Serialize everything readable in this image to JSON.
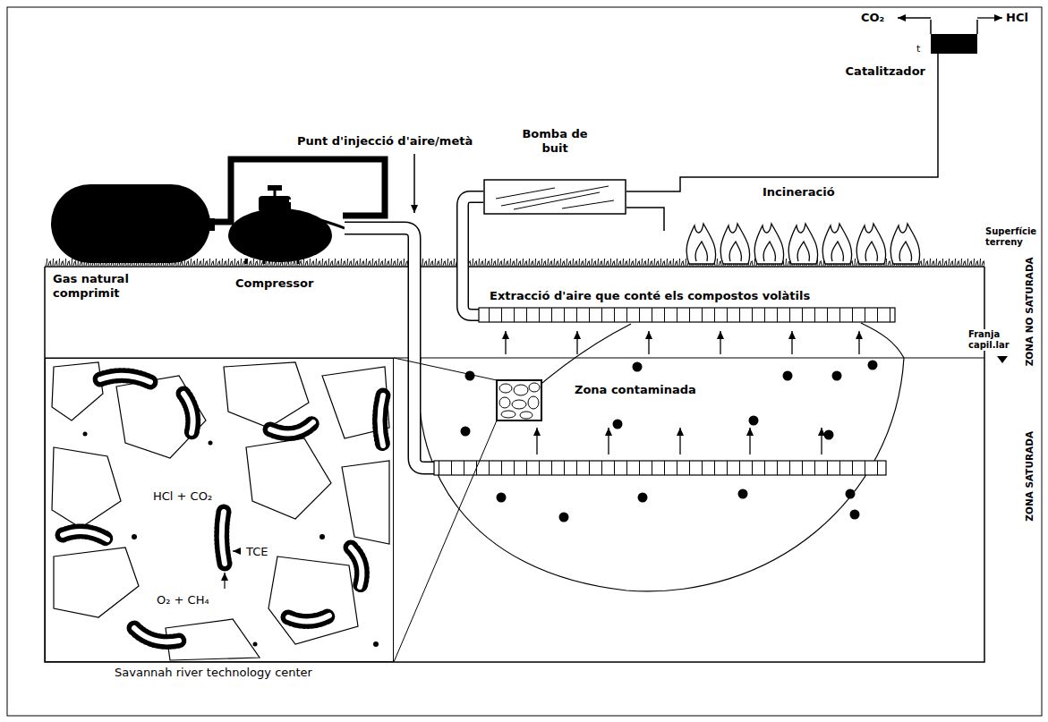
{
  "diagram": {
    "nodes": [
      {
        "text": [
          "Gas natural comprimit"
        ]
      },
      {
        "text": [
          "Compressor"
        ]
      },
      {
        "text": [
          "Bomba de buit"
        ]
      },
      {
        "text": [
          "Catalitzador"
        ]
      },
      {
        "text": [
          "HCl + CO₂",
          "TCE",
          "O₂ + CH₄"
        ]
      }
    ],
    "edges": [
      {
        "from": 0,
        "to": 1,
        "arrow": "none"
      },
      {
        "from": 2,
        "to": 3,
        "arrow": "none"
      }
    ],
    "labels": [
      "CO₂",
      "HCl",
      "t",
      "Punt d'injecció d'aire/metà",
      "Incineració",
      "Superfície terreny",
      "ZONA NO SATURADA",
      "ZONA SATURADA",
      "Extracció d'aire que conté els compostos volàtils",
      "Franja capil.lar",
      "Zona contaminada",
      "Savannah river technology center"
    ]
  }
}
